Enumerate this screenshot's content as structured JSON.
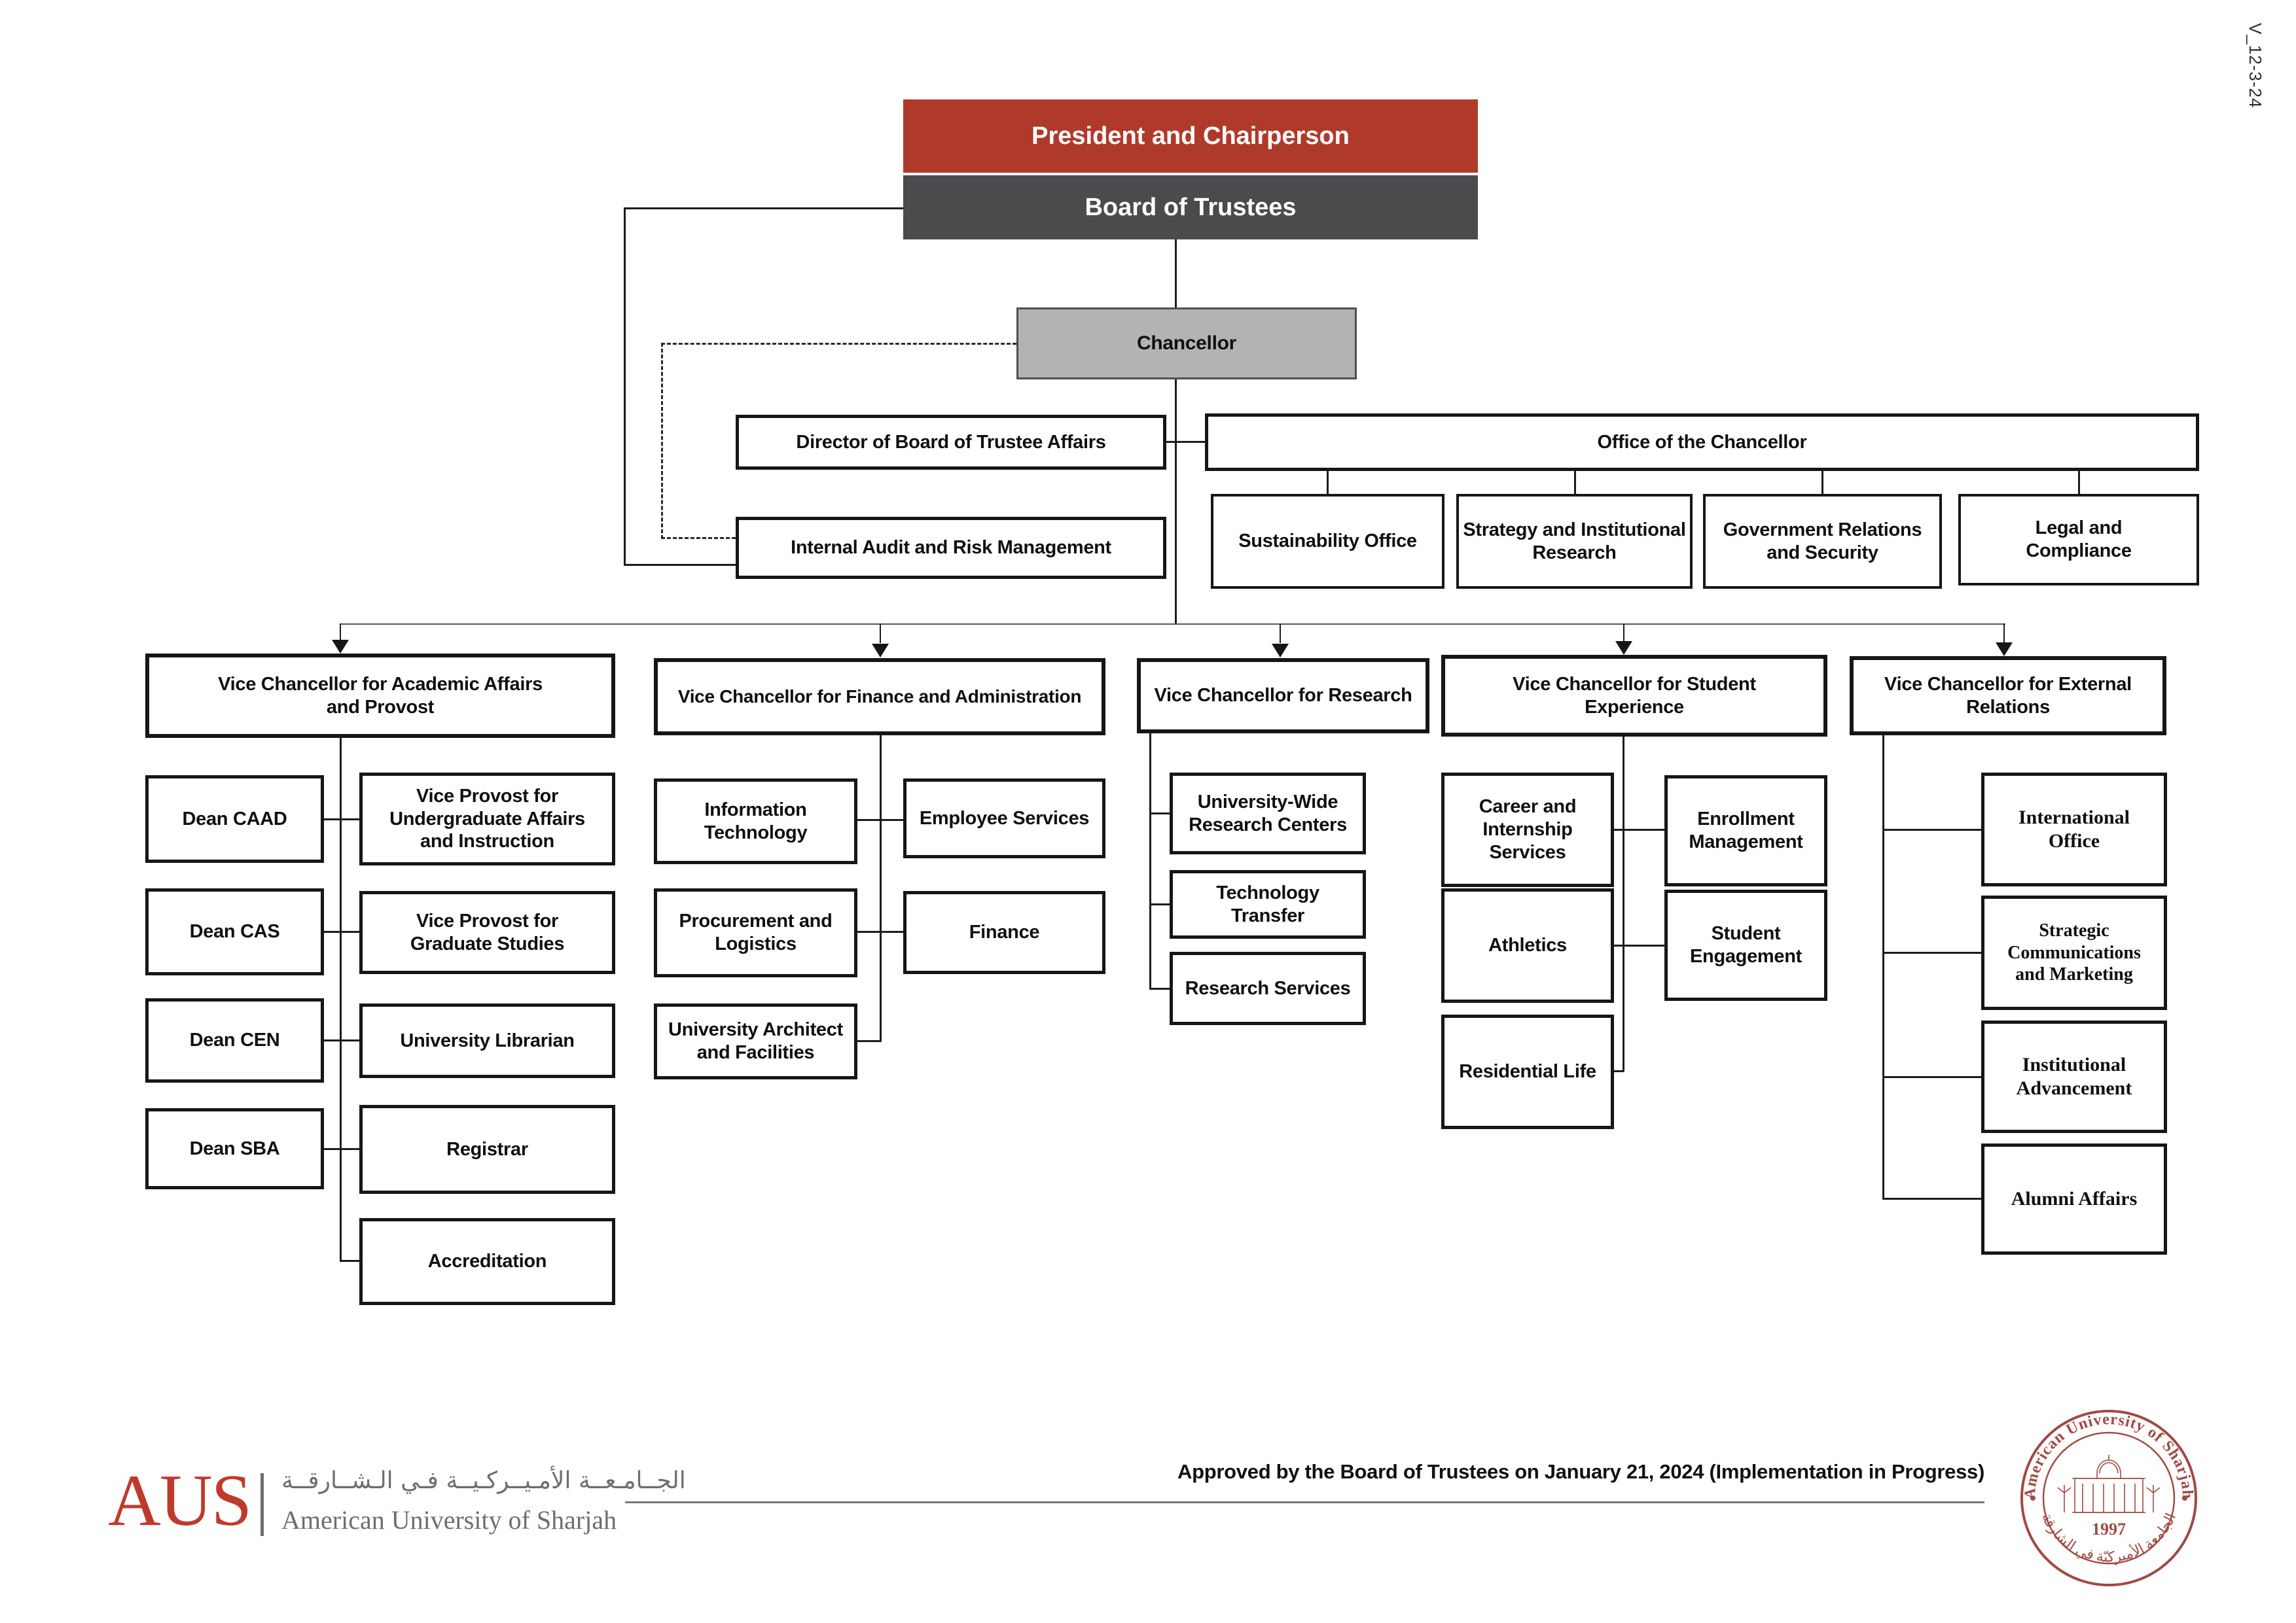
{
  "meta": {
    "version_label": "V_12-3-24"
  },
  "top": {
    "president": "President and Chairperson",
    "board": "Board of Trustees",
    "chancellor": "Chancellor",
    "director_bot_affairs": "Director of Board of Trustee Affairs",
    "internal_audit": "Internal Audit and Risk Management",
    "office_of_chancellor": "Office of the Chancellor",
    "office_children": {
      "sustainability": "Sustainability Office",
      "strategy": "Strategy and Institutional\nResearch",
      "government": "Government Relations\nand Security",
      "legal": "Legal and\nCompliance"
    }
  },
  "divisions": {
    "academic": {
      "title": "Vice Chancellor for Academic Affairs\nand Provost",
      "children": {
        "caad": "Dean  CAAD",
        "vp_undergraduate": "Vice Provost for\nUndergraduate Affairs\nand Instruction",
        "cas": "Dean  CAS",
        "vp_graduate": "Vice  Provost for\nGraduate Studies",
        "cen": "Dean  CEN",
        "librarian": "University Librarian",
        "sba": "Dean  SBA",
        "registrar": "Registrar",
        "accreditation": "Accreditation"
      }
    },
    "finance": {
      "title": "Vice Chancellor for Finance and Administration",
      "children": {
        "it": "Information\nTechnology",
        "employee_services": "Employee Services",
        "procurement": "Procurement and\nLogistics",
        "finance": "Finance",
        "architect": "University Architect\nand Facilities"
      }
    },
    "research": {
      "title": "Vice Chancellor for Research",
      "children": {
        "centers": "University-Wide\nResearch Centers",
        "tech_transfer": "Technology\nTransfer",
        "services": "Research Services"
      }
    },
    "student": {
      "title": "Vice Chancellor for Student\nExperience",
      "children": {
        "career": "Career and\nInternship\nServices",
        "enrollment": "Enrollment\nManagement",
        "athletics": "Athletics",
        "engagement": "Student\nEngagement",
        "residential": "Residential Life"
      }
    },
    "external": {
      "title": "Vice Chancellor for External\nRelations",
      "children": {
        "international": "International\nOffice",
        "stratcomm": "Strategic\nCommunications\nand Marketing",
        "advancement": "Institutional\nAdvancement",
        "alumni": "Alumni Affairs"
      }
    }
  },
  "footer": {
    "approval": "Approved by the Board of Trustees on January 21, 2024 (Implementation in Progress)",
    "logo": {
      "acronym": "AUS",
      "arabic": "الجــامـعــة الأمـيــركـيــة فـي الـشــارقــة",
      "english": "American University of Sharjah"
    },
    "seal": {
      "top_text": "American University of Sharjah",
      "bottom_text": "الجامعة الأميركيّة في الشارقة",
      "year": "1997"
    }
  },
  "colors": {
    "brand_red": "#b03a2a",
    "dark_gray": "#4b4b4d",
    "chancellor_gray": "#b3b3b5",
    "seal_red": "#a04a44",
    "logo_red": "#bf3a2b",
    "logo_gray": "#6d6e71"
  }
}
